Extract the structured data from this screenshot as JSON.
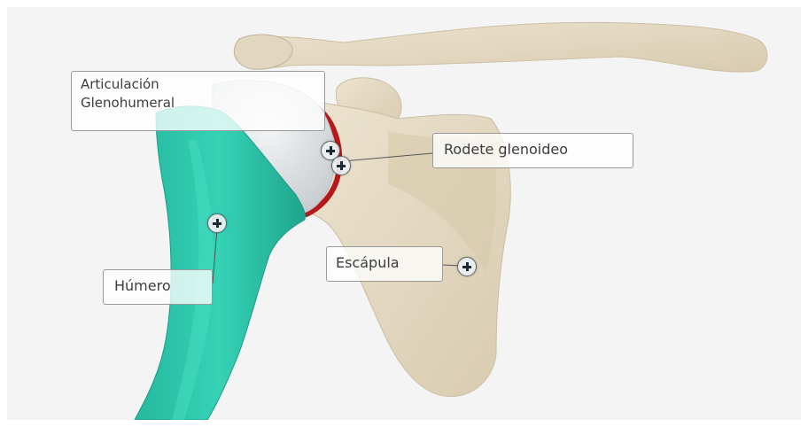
{
  "colors": {
    "bone": "#e3d9c3",
    "bone_shadow": "#cbbfa3",
    "humerus": "#2bc9ad",
    "humerus_shadow": "#1ea48c",
    "humeral_head": "#dfe3e6",
    "labrum": "#b5191c",
    "background": "#f4f4f4"
  },
  "labels": {
    "articulacion": "Articulación\nGlenohumeral",
    "rodete": "Rodete glenoideo",
    "escapula": "Escápula",
    "humero": "Húmero"
  },
  "icons": {
    "hotspot": "plus-circle-icon"
  }
}
